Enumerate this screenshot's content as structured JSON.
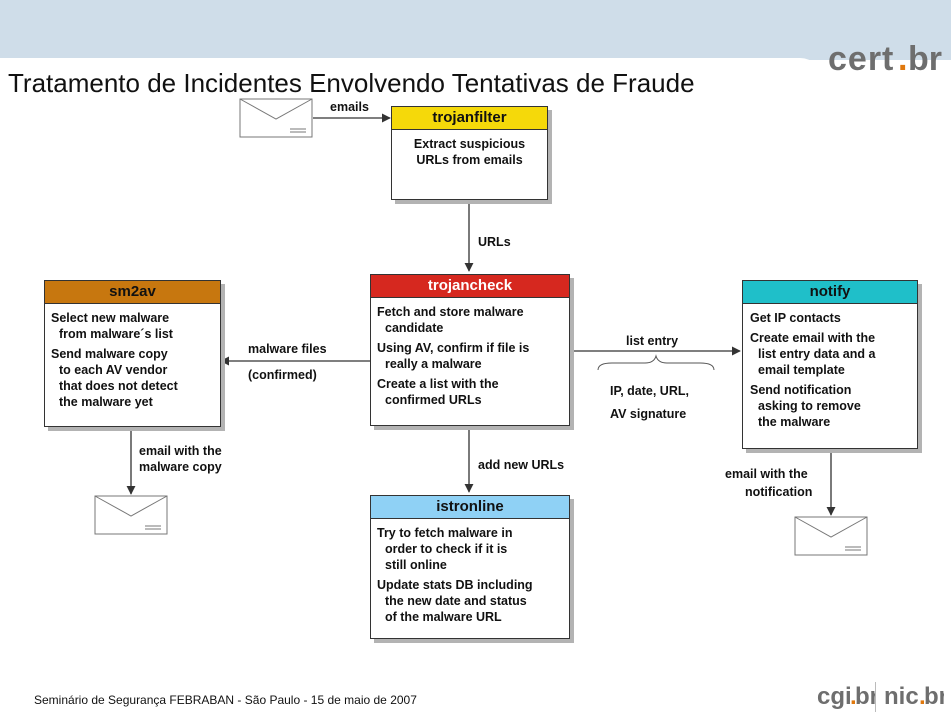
{
  "slide": {
    "title": "Tratamento de Incidentes Envolvendo Tentativas de Fraude",
    "footer": "Seminário de Segurança FEBRABAN - São Paulo - 15 de maio de 2007",
    "logos": {
      "cert": "cert.br",
      "cgi": "cgi.br",
      "nic": "nic.br"
    }
  },
  "colors": {
    "trojanfilter": "#f5d90a",
    "trojancheck": "#d6281f",
    "sm2av": "#c7770f",
    "notify": "#1fbfc9",
    "istronline": "#8fd1f5",
    "logo_gray": "#6e6e6e",
    "logo_orange": "#e0780d"
  },
  "diagram": {
    "trojanfilter": {
      "title": "trojanfilter",
      "lines": [
        "Extract suspicious",
        "URLs from emails"
      ]
    },
    "trojancheck": {
      "title": "trojancheck",
      "lines": [
        "Fetch and store malware",
        "candidate",
        "Using AV, confirm if file is",
        "really a malware",
        "Create a list with the",
        "confirmed URLs"
      ]
    },
    "sm2av": {
      "title": "sm2av",
      "lines": [
        "Select new malware",
        "from malware´s list",
        "Send malware copy",
        "to each AV vendor",
        "that does not detect",
        "the malware yet"
      ]
    },
    "notify": {
      "title": "notify",
      "lines": [
        "Get IP contacts",
        "Create email with the",
        "list entry data and a",
        "email template",
        "Send notification",
        "asking to remove",
        "the malware"
      ]
    },
    "istronline": {
      "title": "istronline",
      "lines": [
        "Try to fetch malware in",
        "order to check if it is",
        "still online",
        "Update stats DB including",
        "the new date and status",
        "of the malware URL"
      ]
    },
    "edges": {
      "emails": "emails",
      "urls": "URLs",
      "malware_files": "malware files",
      "confirmed": "(confirmed)",
      "list_entry": "list entry",
      "ip_date_url": "IP, date, URL,",
      "av_signature": "AV signature",
      "add_new_urls": "add new URLs",
      "email_malware_1": "email with the",
      "email_malware_2": "malware copy",
      "email_notification_1": "email with the",
      "email_notification_2": "notification"
    }
  }
}
